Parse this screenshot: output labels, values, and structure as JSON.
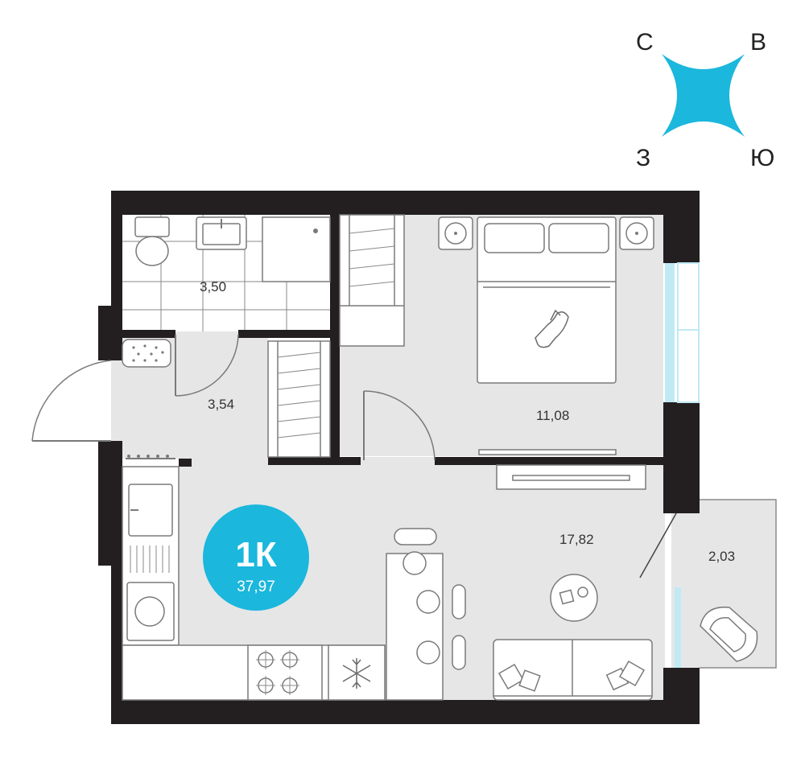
{
  "compass": {
    "north": "С",
    "east": "В",
    "west": "З",
    "south": "Ю",
    "color": "#1bb7dc"
  },
  "badge": {
    "title": "1К",
    "area": "37,97",
    "color": "#1bb7dc"
  },
  "rooms": {
    "bathroom": "3,50",
    "hallway": "3,54",
    "bedroom": "11,08",
    "living": "17,82",
    "balcony": "2,03"
  },
  "colors": {
    "wall": "#231f20",
    "floor": "#e6e6e7",
    "window": "#bfeaf4"
  }
}
